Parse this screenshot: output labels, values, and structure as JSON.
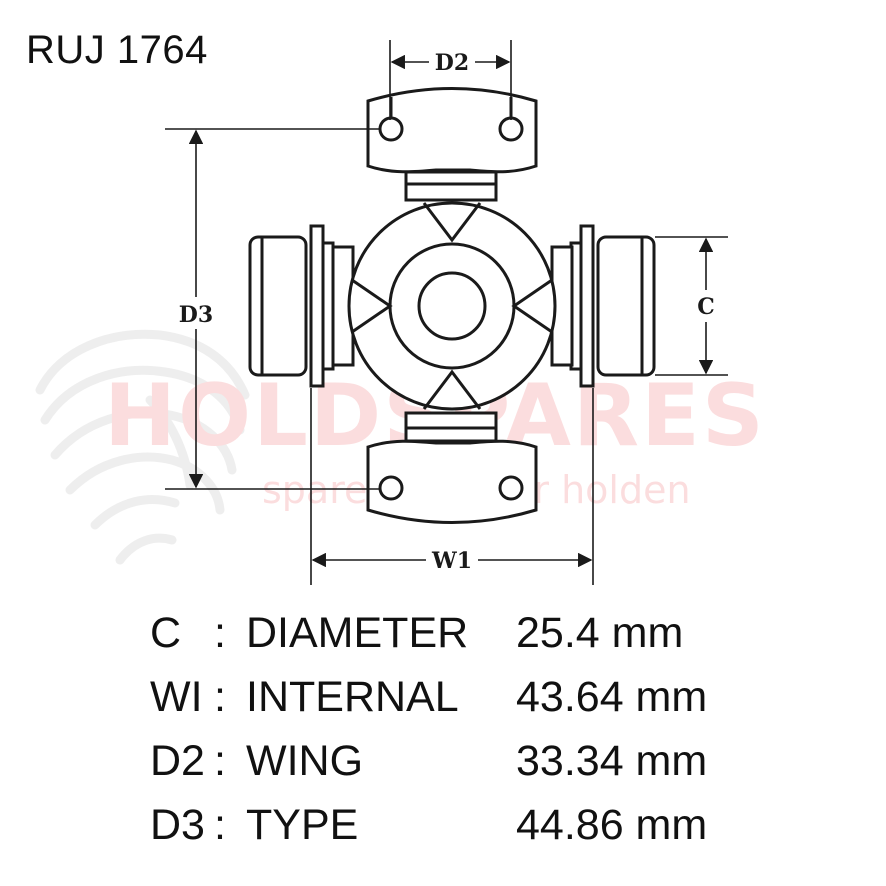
{
  "title": "RUJ 1764",
  "watermark": {
    "brand": "HOLDSPARES",
    "tagline": "spares for your holden",
    "color": "#e8353a"
  },
  "diagram": {
    "dimension_labels": {
      "d2": "D2",
      "d3": "D3",
      "c": "C",
      "w1": "W1"
    }
  },
  "specs": [
    {
      "code": "C",
      "colon": ":",
      "label": "DIAMETER",
      "value": "25.4 mm"
    },
    {
      "code": "WI",
      "colon": ":",
      "label": "INTERNAL",
      "value": "43.64 mm"
    },
    {
      "code": "D2",
      "colon": ":",
      "label": "WING",
      "value": "33.34 mm"
    },
    {
      "code": "D3",
      "colon": ":",
      "label": "TYPE",
      "value": "44.86 mm"
    }
  ]
}
